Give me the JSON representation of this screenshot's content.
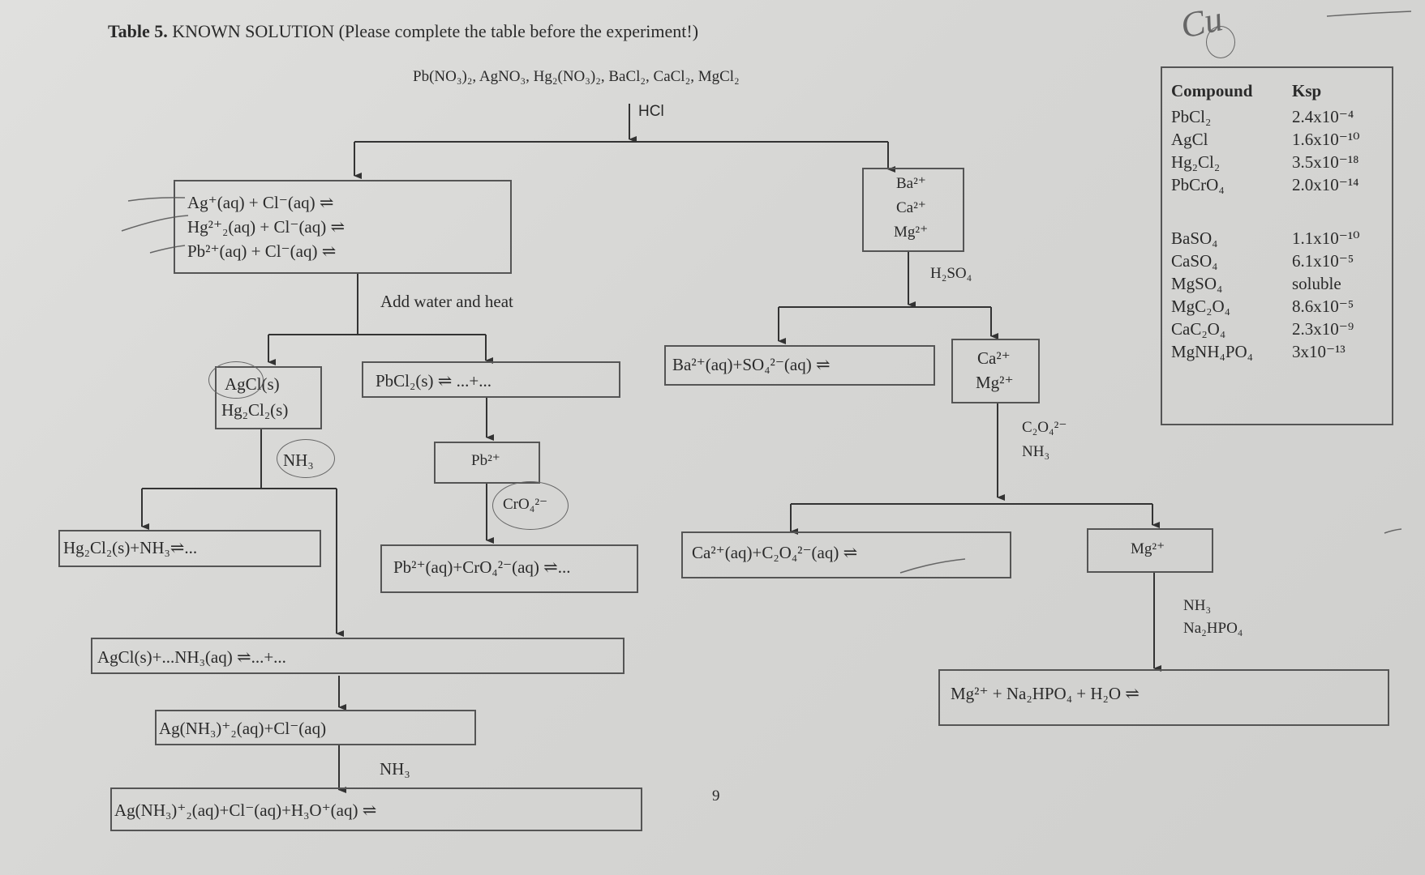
{
  "title": {
    "label": "Table 5.",
    "text": "KNOWN SOLUTION (Please complete the table before the experiment!)"
  },
  "start_solution": "Pb(NO₃)₂, AgNO₃, Hg₂(NO₃)₂, BaCl₂, CaCl₂, MgCl₂",
  "reagents": {
    "hcl": "HCl",
    "water_heat": "Add water and heat",
    "nh3_1": "NH₃",
    "cro4": "CrO₄²⁻",
    "nh3_2": "NH₃",
    "h2so4": "H₂SO₄",
    "c2o4": "C₂O₄²⁻",
    "nh3_c2o4": "NH₃",
    "nh3_mg": "NH₃",
    "na2hpo4": "Na₂HPO₄"
  },
  "boxes": {
    "group1_eq": [
      "Ag⁺(aq) + Cl⁻(aq) ⇌",
      "Hg²⁺₂(aq) + Cl⁻(aq) ⇌",
      "Pb²⁺(aq) + Cl⁻(aq) ⇌"
    ],
    "group2_ions": [
      "Ba²⁺",
      "Ca²⁺",
      "Mg²⁺"
    ],
    "agcl_hg2cl2": [
      "AgCl(s)",
      "Hg₂Cl₂(s)"
    ],
    "pbcl2": "PbCl₂(s) ⇌ ...+...",
    "pb_ion": "Pb²⁺",
    "hg2cl2_nh3": "Hg₂Cl₂(s)+NH₃⇌...",
    "pb_cro4": "Pb²⁺(aq)+CrO₄²⁻(aq) ⇌...",
    "agcl_nh3": "AgCl(s)+...NH₃(aq) ⇌...+...",
    "ag_complex": "Ag(NH₃)⁺₂(aq)+Cl⁻(aq)",
    "ag_complex_h3o": "Ag(NH₃)⁺₂(aq)+Cl⁻(aq)+H₃O⁺(aq) ⇌",
    "ba_so4": "Ba²⁺(aq)+SO₄²⁻(aq) ⇌",
    "ca_mg": [
      "Ca²⁺",
      "Mg²⁺"
    ],
    "ca_c2o4": "Ca²⁺(aq)+C₂O₄²⁻(aq) ⇌",
    "mg_ion": "Mg²⁺",
    "mg_hpo4": "Mg²⁺ + Na₂HPO₄ + H₂O ⇌"
  },
  "ksp_table": {
    "headers": [
      "Compound",
      "Ksp"
    ],
    "rows": [
      [
        "PbCl₂",
        "2.4x10⁻⁴"
      ],
      [
        "AgCl",
        "1.6x10⁻¹⁰"
      ],
      [
        "Hg₂Cl₂",
        "3.5x10⁻¹⁸"
      ],
      [
        "PbCrO₄",
        "2.0x10⁻¹⁴"
      ],
      [
        "BaSO₄",
        "1.1x10⁻¹⁰"
      ],
      [
        "CaSO₄",
        "6.1x10⁻⁵"
      ],
      [
        "MgSO₄",
        "soluble"
      ],
      [
        "MgC₂O₄",
        "8.6x10⁻⁵"
      ],
      [
        "CaC₂O₄",
        "2.3x10⁻⁹"
      ],
      [
        "MgNH₄PO₄",
        "3x10⁻¹³"
      ]
    ]
  },
  "page_number": "9",
  "handwriting": "Cu"
}
